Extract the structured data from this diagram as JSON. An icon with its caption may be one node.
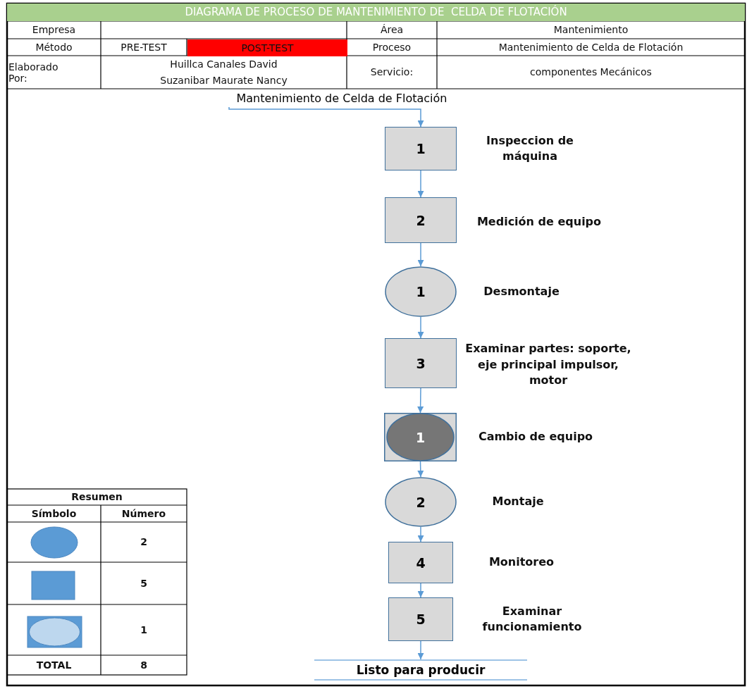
{
  "diagram": {
    "title": "DIAGRAMA DE PROCESO DE MANTENIMIENTO DE  CELDA DE FLOTACIÓN",
    "nodes": [
      {
        "text": [
          "Mantenimiento de Celda de Flotación"
        ]
      },
      {
        "text": [
          "1"
        ],
        "beside": [
          "Inspeccion de máquina"
        ]
      },
      {
        "text": [
          "2"
        ],
        "beside": [
          "Medición de equipo"
        ]
      },
      {
        "text": [
          "1"
        ],
        "beside": [
          "Desmontaje"
        ]
      },
      {
        "text": [
          "3"
        ],
        "beside": [
          "Examinar partes: soporte, eje principal impulsor, motor"
        ]
      },
      {
        "text": [
          "1"
        ],
        "beside": [
          "Cambio de equipo"
        ]
      },
      {
        "text": [
          "2"
        ],
        "beside": [
          "Montaje"
        ]
      },
      {
        "text": [
          "4"
        ],
        "beside": [
          "Monitoreo"
        ]
      },
      {
        "text": [
          "5"
        ],
        "beside": [
          "Examinar funcionamiento"
        ]
      },
      {
        "text": [
          "Listo para producir"
        ]
      }
    ],
    "edges": [
      {
        "from": 0,
        "to": 1,
        "arrow": "to"
      },
      {
        "from": 1,
        "to": 2,
        "arrow": "to"
      },
      {
        "from": 2,
        "to": 3,
        "arrow": "to"
      },
      {
        "from": 3,
        "to": 4,
        "arrow": "to"
      },
      {
        "from": 4,
        "to": 5,
        "arrow": "to"
      },
      {
        "from": 5,
        "to": 6,
        "arrow": "to"
      },
      {
        "from": 6,
        "to": 7,
        "arrow": "to"
      },
      {
        "from": 7,
        "to": 8,
        "arrow": "to"
      },
      {
        "from": 8,
        "to": 9,
        "arrow": "to"
      }
    ],
    "labels": [
      "Empresa",
      "Área",
      "Mantenimiento",
      "Método",
      "PRE-TEST",
      "POST-TEST",
      "Proceso",
      "Mantenimiento de Celda de Flotación",
      "Elaborado Por:",
      "Huillca Canales David",
      "Suzanibar Maurate Nancy",
      "Servicio:",
      "componentes Mecánicos",
      "Resumen",
      "Símbolo",
      "Número",
      "2",
      "5",
      "1",
      "TOTAL",
      "8"
    ]
  }
}
